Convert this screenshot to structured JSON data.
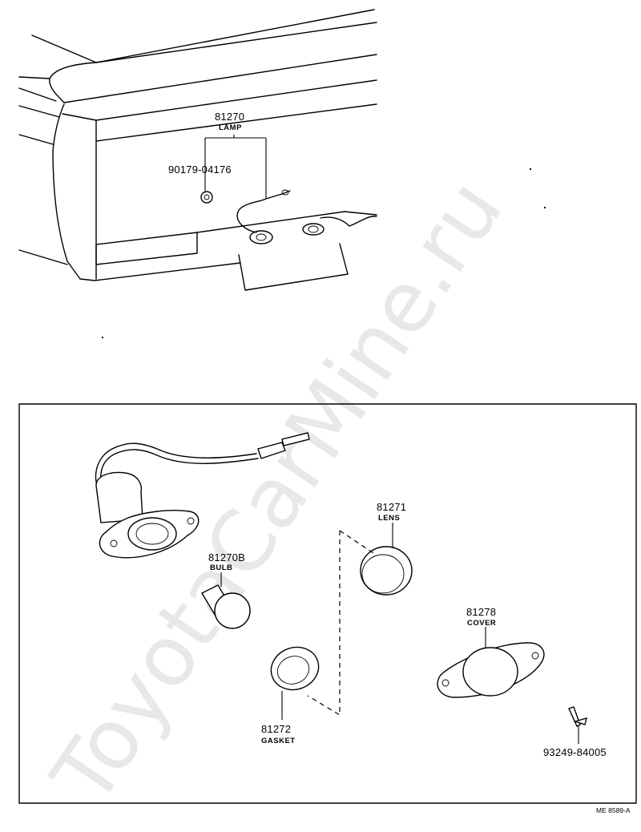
{
  "watermark": "ToyotaCarMine.ru",
  "drawing_code": "ME 8589-A",
  "overview": {
    "lamp": {
      "part_no": "81270",
      "name": "LAMP"
    },
    "nut": {
      "part_no": "90179-04176"
    }
  },
  "detail": {
    "bulb": {
      "part_no": "81270B",
      "name": "BULB"
    },
    "lens": {
      "part_no": "81271",
      "name": "LENS"
    },
    "gasket": {
      "part_no": "81272",
      "name": "GASKET"
    },
    "cover": {
      "part_no": "81278",
      "name": "COVER"
    },
    "screw": {
      "part_no": "93249-84005"
    }
  }
}
